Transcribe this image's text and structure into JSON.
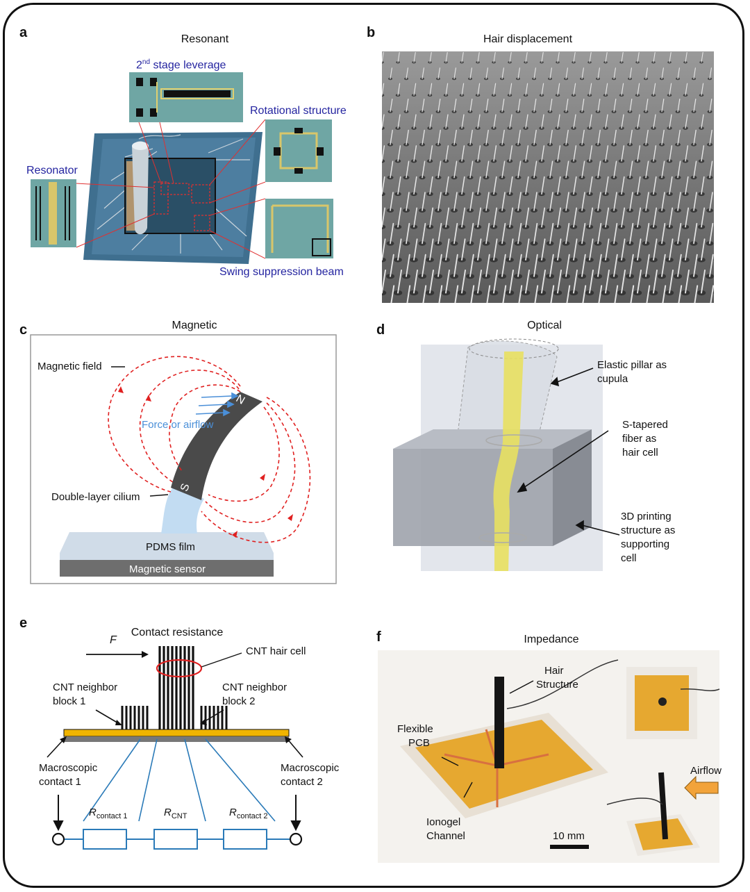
{
  "panels": {
    "a": {
      "label": "a",
      "title": "Resonant",
      "leverage_base": "2",
      "leverage_sup": "nd",
      "leverage_rest": " stage leverage",
      "rotational": "Rotational structure",
      "resonator": "Resonator",
      "swing": "Swing suppression beam"
    },
    "b": {
      "label": "b",
      "title": "Hair displacement"
    },
    "c": {
      "label": "c",
      "title": "Magnetic",
      "magnetic_field": "Magnetic field",
      "force": "Force or airflow",
      "cilium": "Double-layer cilium",
      "pdms": "PDMS film",
      "sensor": "Magnetic sensor",
      "north": "N",
      "south": "S"
    },
    "d": {
      "label": "d",
      "title": "Optical",
      "pillar_1": "Elastic pillar as",
      "pillar_2": "cupula",
      "fiber_1": "S-tapered",
      "fiber_2": "fiber as",
      "fiber_3": "hair cell",
      "print_1": "3D printing",
      "print_2": "structure as",
      "print_3": "supporting",
      "print_4": "cell"
    },
    "e": {
      "label": "e",
      "force": "F",
      "title": "Contact resistance",
      "hair": "CNT hair cell",
      "nb1_1": "CNT neighbor",
      "nb1_2": "block 1",
      "nb2_1": "CNT neighbor",
      "nb2_2": "block 2",
      "mc1_1": "Macroscopic",
      "mc1_2": "contact 1",
      "mc2_1": "Macroscopic",
      "mc2_2": "contact 2",
      "r": "R",
      "r1_sub": "contact 1",
      "rcnt_sub": "CNT",
      "r2_sub": "contact 2"
    },
    "f": {
      "label": "f",
      "title": "Impedance",
      "hair_1": "Hair",
      "hair_2": "Structure",
      "pcb_1": "Flexible",
      "pcb_2": "PCB",
      "iono_1": "Ionogel",
      "iono_2": "Channel",
      "scale": "10 mm",
      "airflow": "Airflow"
    }
  },
  "colors": {
    "text_blue": "#2424a0",
    "field_red": "#e02020",
    "arrow_blue": "#4a8fd8",
    "circuit_blue": "#2a7ab8",
    "gold": "#f0b400",
    "magnet_gray": "#4a4a4a"
  }
}
